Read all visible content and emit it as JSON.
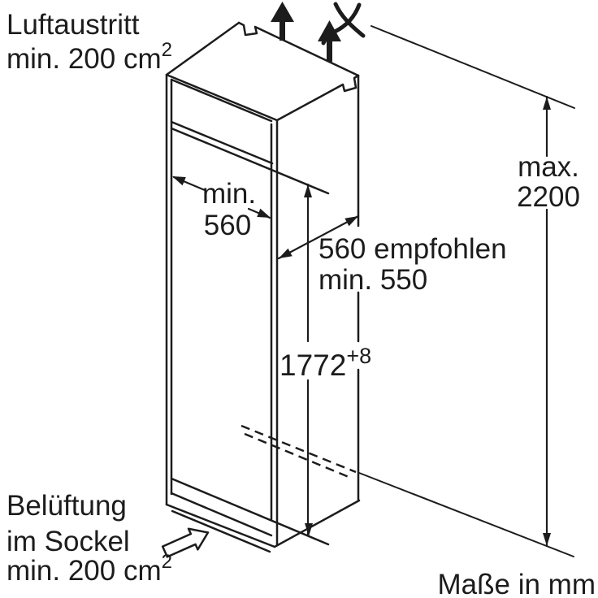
{
  "diagram": {
    "title_note": "Maße in mm",
    "air_outlet": {
      "line1": "Luftaustritt",
      "line2": "min. 200 cm",
      "sup": "2"
    },
    "base_vent": {
      "line1": "Belüftung",
      "line2": "im Sockel",
      "line3": "min. 200 cm",
      "sup": "2"
    },
    "dim_niche_width": {
      "line1": "min.",
      "line2": "560"
    },
    "dim_depth": {
      "line1": "560 empfohlen",
      "line2": "min. 550"
    },
    "dim_niche_height": {
      "value": "1772",
      "tolerance": "+8"
    },
    "dim_max_height": {
      "line1": "max.",
      "line2": "2200"
    },
    "colors": {
      "line": "#1c1c1c",
      "background": "#ffffff"
    }
  }
}
